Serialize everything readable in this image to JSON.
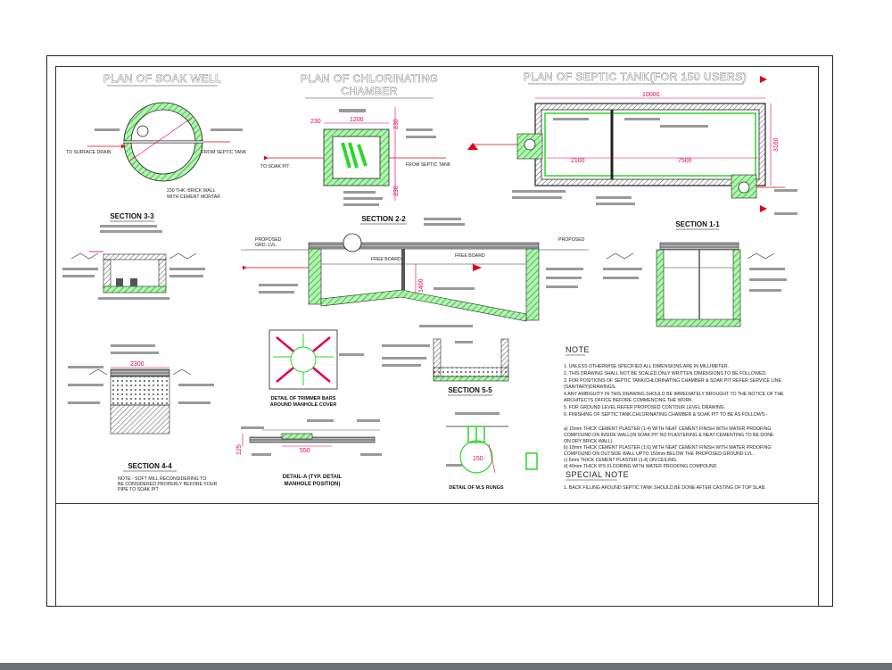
{
  "titles": {
    "soak_well": "PLAN OF SOAK WELL",
    "chlorinating_1": "PLAN OF CHLORINATING",
    "chlorinating_2": "CHAMBER",
    "septic": "PLAN OF SEPTIC TANK(FOR 150 USERS)"
  },
  "sections": {
    "s33": "SECTION 3-3",
    "s22": "SECTION 2-2",
    "s11": "SECTION 1-1",
    "s44": "SECTION 4-4",
    "s55": "SECTION 5-5",
    "trimmer_1": "DETAIL OF TRIMMER BARS",
    "trimmer_2": "AROUND MANHOLE COVER",
    "detail_a_1": "DETAIL-A (TYP. DETAIL",
    "detail_a_2": "MANHOLE POSITION)",
    "ms_rungs": "DETAIL OF M.S RUNGS"
  },
  "labels": {
    "to_surface_drain": "TO SURFACE DRAIN",
    "from_septic_tank": "FROM SEPTIC TANK",
    "brick_wall_1": "230 THK. BRICK WALL",
    "brick_wall_2": "WITH CEMENT MORTAR",
    "to_soak_pit": "TO SOAK PIT",
    "from_septic_tank_2": "FROM SEPTIC TANK",
    "proposed_ggl_1": "PROPOSED",
    "proposed_ggl_2": "GRD. LVL.",
    "free_board": "FREE BOARD",
    "free_board_2": "FREE BOARD",
    "note_section44_1": "NOTE:- SOFT MILL RECONSIDERING TO",
    "note_section44_2": "BE CONSIDERED PROPERLY BEFORE YOUR",
    "note_section44_3": "PIPE TO SOAK PIT"
  },
  "dimensions": {
    "d10000": "10000",
    "d3160": "3160",
    "d1200": "1200",
    "d230a": "230",
    "d230b": "230",
    "d230c": "230",
    "d2100": "2100",
    "d7500": "7500",
    "d1400": "1400",
    "d125": "125",
    "d550": "550",
    "d2300": "2300",
    "d150": "150"
  },
  "notes": {
    "heading": "NOTE",
    "items": [
      "1. UNLESS OTHERWISE SPECIFIED ALL DIMENSIONS ARE IN MILLIMETER.",
      "2. THIS DRAWING SHALL NOT BE SCALED,ONLY WRITTEN DIMENSIONS TO BE FOLLOWED.",
      "3. FOR POSITIONS OF SEPTIC TANK/CHLORINATING CHAMBER & SOAK PIT REFER SERVICE LINE",
      "   (SANITARY)DRAWINGS.",
      "4.ANY AMBIGUITY IN THIS DRAWING SHOULD BE IMMEDIATELY BROUGHT TO THE NOTICE OF THE",
      "   ARCHITECTS OFFICE BEFORE COMMENCING THE WORK.",
      "5. FOR GROUND LEVEL REFER PROPOSED CONTOUR LEVEL DRAWING.",
      "6. FINISHING OF SEPTIC TANK,CHLORINATING CHAMBER & SOAK PIT TO BE AS FOLLOWS:-",
      "",
      "a) 15mm THICK CEMENT PLASTER (1:4) WITH NEAT CEMENT FINISH WITH WATER PROOFING",
      "   COMPOUND ON INSIDE WALL(IN SOAK PIT NO PLASTERING & NEAT CEMENTING TO BE DONE",
      "   ON DRY BRICK WALL).",
      "b) 18mm THICK CEMENT PLASTER (1:6) WITH NEAT CEMENT FINISH WITH WATER PROOFING",
      "   COMPOUND ON OUTSIDE WALL UPTO 150mm BELOW THE PROPOSED GROUND LVL.",
      "c) 6mm THICK CEMENT PLASTER (1:4) ON CEILING.",
      "d) 40mm THICK IPS FLOORING WITH WATER PROOFING COMPOUND"
    ],
    "special_heading": "SPECIAL NOTE",
    "special_items": [
      "1. BACK FILLING AROUND SEPTIC TANK SHOULD BE DONE AFTER CASTING OF TOP SLAB."
    ]
  },
  "colors": {
    "line": "#222222",
    "green": "#2bd62b",
    "magenta": "#e0005a",
    "red": "#e2001a",
    "grey": "#9a9a9a"
  }
}
